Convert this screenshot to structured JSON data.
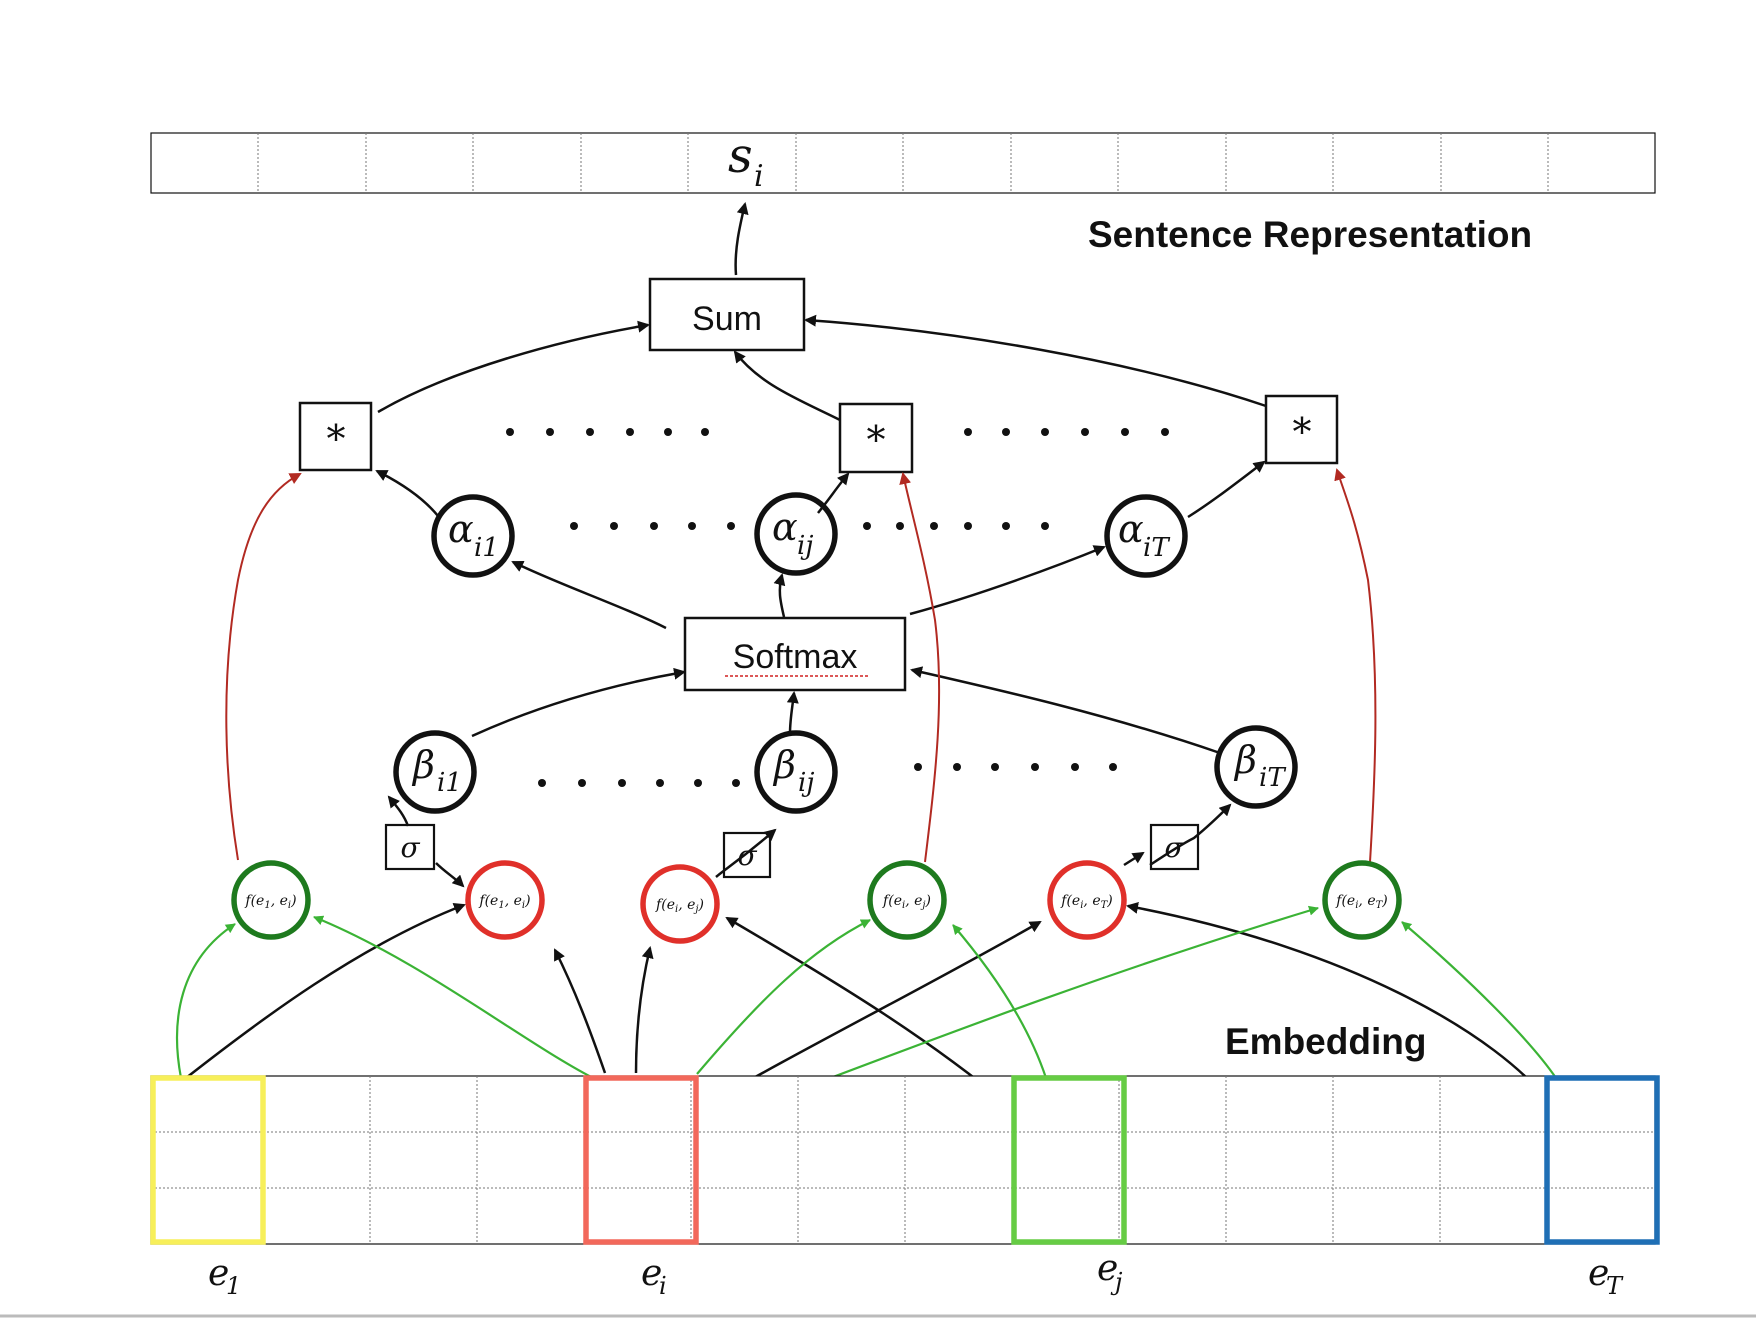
{
  "labels": {
    "sentence_vector": "s",
    "sentence_vector_sub": "i",
    "sentence_title": "Sentence Representation",
    "embedding_title": "Embedding",
    "sum": "Sum",
    "softmax": "Softmax",
    "mul": "*",
    "sigma": "σ",
    "alpha": "α",
    "beta": "β",
    "f_prefix": "f",
    "e": "e"
  },
  "alpha_nodes": [
    {
      "sub": "i1"
    },
    {
      "sub": "ij"
    },
    {
      "sub": "iT"
    }
  ],
  "beta_nodes": [
    {
      "sub": "i1"
    },
    {
      "sub": "ij"
    },
    {
      "sub": "iT"
    }
  ],
  "f_nodes": [
    {
      "a": "1",
      "b": "i",
      "kind": "green"
    },
    {
      "a": "1",
      "b": "i",
      "kind": "red"
    },
    {
      "a": "i",
      "b": "j",
      "kind": "red"
    },
    {
      "a": "i",
      "b": "j",
      "kind": "green"
    },
    {
      "a": "i",
      "b": "T",
      "kind": "red"
    },
    {
      "a": "i",
      "b": "T",
      "kind": "green"
    }
  ],
  "embeddings": [
    {
      "sub": "1",
      "color": "#f7ef5a"
    },
    {
      "sub": "i",
      "color": "#f2685b"
    },
    {
      "sub": "j",
      "color": "#66cc44"
    },
    {
      "sub": "T",
      "color": "#1f6fb5"
    }
  ],
  "colors": {
    "green_edge": "#3bb335",
    "green_node": "#1e7a1e",
    "red_node": "#e0302a",
    "red_edge": "#b22a22",
    "black": "#111111"
  }
}
